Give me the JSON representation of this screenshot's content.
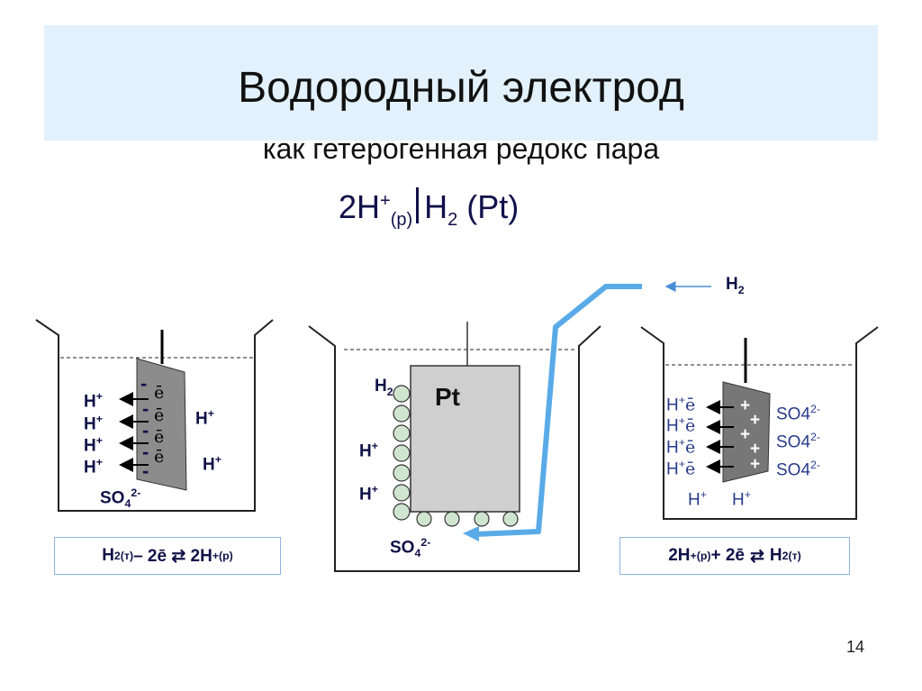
{
  "slide": {
    "title": "Водородный электрод",
    "subtitle": "как гетерогенная редокс пара",
    "formula": {
      "part1": "2H",
      "sup1": "+",
      "sub1": "(р)",
      "part2": "H",
      "sub2": "2",
      "part3": " (Pt)"
    },
    "page_number": "14"
  },
  "left": {
    "electrons": [
      "ē",
      "ē",
      "ē",
      "ē"
    ],
    "minus": "-",
    "ion_h": "H",
    "ion_plus": "+",
    "so4": "SO",
    "so4_sub": "4",
    "so4_sup": "2-",
    "reaction": {
      "a": "H",
      "a_sub": "2(т)",
      "b": " – 2ē ⇄ 2H",
      "b_sup": "+",
      "b_sub": "(р)"
    }
  },
  "middle": {
    "h2": "H",
    "h2_sub": "2",
    "pt": "Pt",
    "ion_h": "H",
    "ion_plus": "+",
    "so4": "SO",
    "so4_sub": "4",
    "so4_sup": "2-",
    "gas_h2": "H",
    "gas_h2_sub": "2"
  },
  "right": {
    "ion_h": "H",
    "ion_plus": "+",
    "electron": "ē",
    "so4": "SO4",
    "so4_sup": "2-",
    "plus": "+",
    "reaction": {
      "a": "2H",
      "a_sup": "+",
      "a_sub": "(р)",
      "b": " + 2ē ",
      "arrow": "⇄",
      "c": " H",
      "c_sub": "2(т)"
    }
  }
}
